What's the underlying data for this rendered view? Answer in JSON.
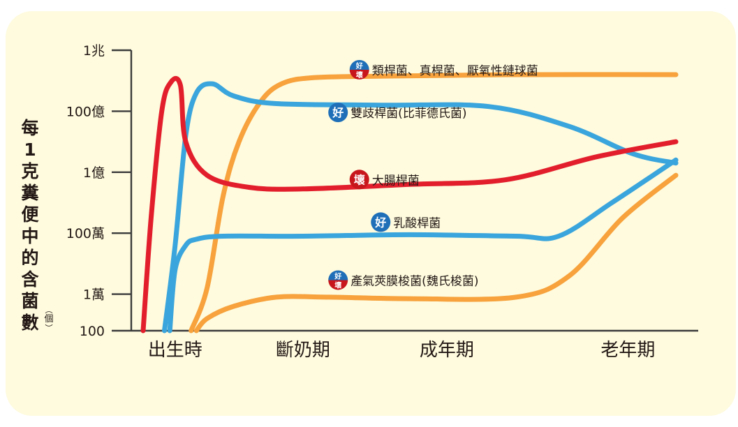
{
  "chart_data": {
    "type": "line",
    "ylabel": "每1克糞便中的含菌數",
    "ylabel_unit": "個",
    "y_ticks": [
      {
        "label": "1兆",
        "log10": 12
      },
      {
        "label": "100億",
        "log10": 10
      },
      {
        "label": "1億",
        "log10": 8
      },
      {
        "label": "100萬",
        "log10": 6
      },
      {
        "label": "1萬",
        "log10": 4
      },
      {
        "label": "100",
        "log10": 2.8
      }
    ],
    "y_range_log10": [
      2.8,
      12
    ],
    "x_range": [
      0,
      100
    ],
    "x_categories": [
      {
        "label": "出生時",
        "x": 6
      },
      {
        "label": "斷奶期",
        "x": 30
      },
      {
        "label": "成年期",
        "x": 57
      },
      {
        "label": "老年期",
        "x": 91
      }
    ],
    "series": [
      {
        "name": "類桿菌、真桿菌、厭氧性鏈球菌",
        "badge": "好壞",
        "color": "#f7a23c",
        "label_at": [
          44,
          11.2
        ],
        "points": [
          [
            9,
            2.8
          ],
          [
            12,
            4.2
          ],
          [
            15,
            7.2
          ],
          [
            18,
            9.0
          ],
          [
            22,
            10.3
          ],
          [
            26,
            10.9
          ],
          [
            32,
            11.1
          ],
          [
            45,
            11.15
          ],
          [
            70,
            11.2
          ],
          [
            100,
            11.2
          ]
        ]
      },
      {
        "name": "雙歧桿菌(比菲德氏菌)",
        "badge": "好",
        "color": "#3aa5dc",
        "label_at": [
          40,
          9.8
        ],
        "points": [
          [
            4,
            2.8
          ],
          [
            6,
            5.6
          ],
          [
            8,
            9.2
          ],
          [
            10,
            10.6
          ],
          [
            13,
            10.9
          ],
          [
            17,
            10.5
          ],
          [
            25,
            10.25
          ],
          [
            45,
            10.2
          ],
          [
            65,
            10.15
          ],
          [
            80,
            9.5
          ],
          [
            92,
            8.6
          ],
          [
            100,
            8.3
          ]
        ]
      },
      {
        "name": "大腸桿菌",
        "badge": "壞",
        "color": "#e31e2c",
        "label_at": [
          44,
          7.6
        ],
        "points": [
          [
            0,
            2.8
          ],
          [
            1.5,
            6.5
          ],
          [
            3.5,
            10.0
          ],
          [
            5.2,
            10.95
          ],
          [
            7,
            10.85
          ],
          [
            8,
            9.0
          ],
          [
            12,
            7.9
          ],
          [
            20,
            7.5
          ],
          [
            30,
            7.45
          ],
          [
            50,
            7.6
          ],
          [
            68,
            7.75
          ],
          [
            85,
            8.5
          ],
          [
            100,
            9.0
          ]
        ]
      },
      {
        "name": "乳酸桿菌",
        "badge": "好",
        "color": "#3aa5dc",
        "label_at": [
          48,
          6.2
        ],
        "points": [
          [
            5,
            2.8
          ],
          [
            6,
            4.8
          ],
          [
            8,
            5.6
          ],
          [
            10,
            5.8
          ],
          [
            15,
            5.9
          ],
          [
            30,
            5.9
          ],
          [
            50,
            5.95
          ],
          [
            70,
            5.9
          ],
          [
            78,
            5.9
          ],
          [
            88,
            7.0
          ],
          [
            100,
            8.4
          ]
        ]
      },
      {
        "name": "產氣莢膜梭菌(魏氏梭菌)",
        "badge": "好壞",
        "color": "#f7a23c",
        "label_at": [
          40,
          4.3
        ],
        "points": [
          [
            10,
            2.8
          ],
          [
            12,
            3.2
          ],
          [
            17,
            3.6
          ],
          [
            25,
            3.9
          ],
          [
            35,
            3.9
          ],
          [
            50,
            3.85
          ],
          [
            70,
            3.9
          ],
          [
            80,
            4.6
          ],
          [
            90,
            6.5
          ],
          [
            100,
            7.9
          ]
        ]
      }
    ]
  }
}
